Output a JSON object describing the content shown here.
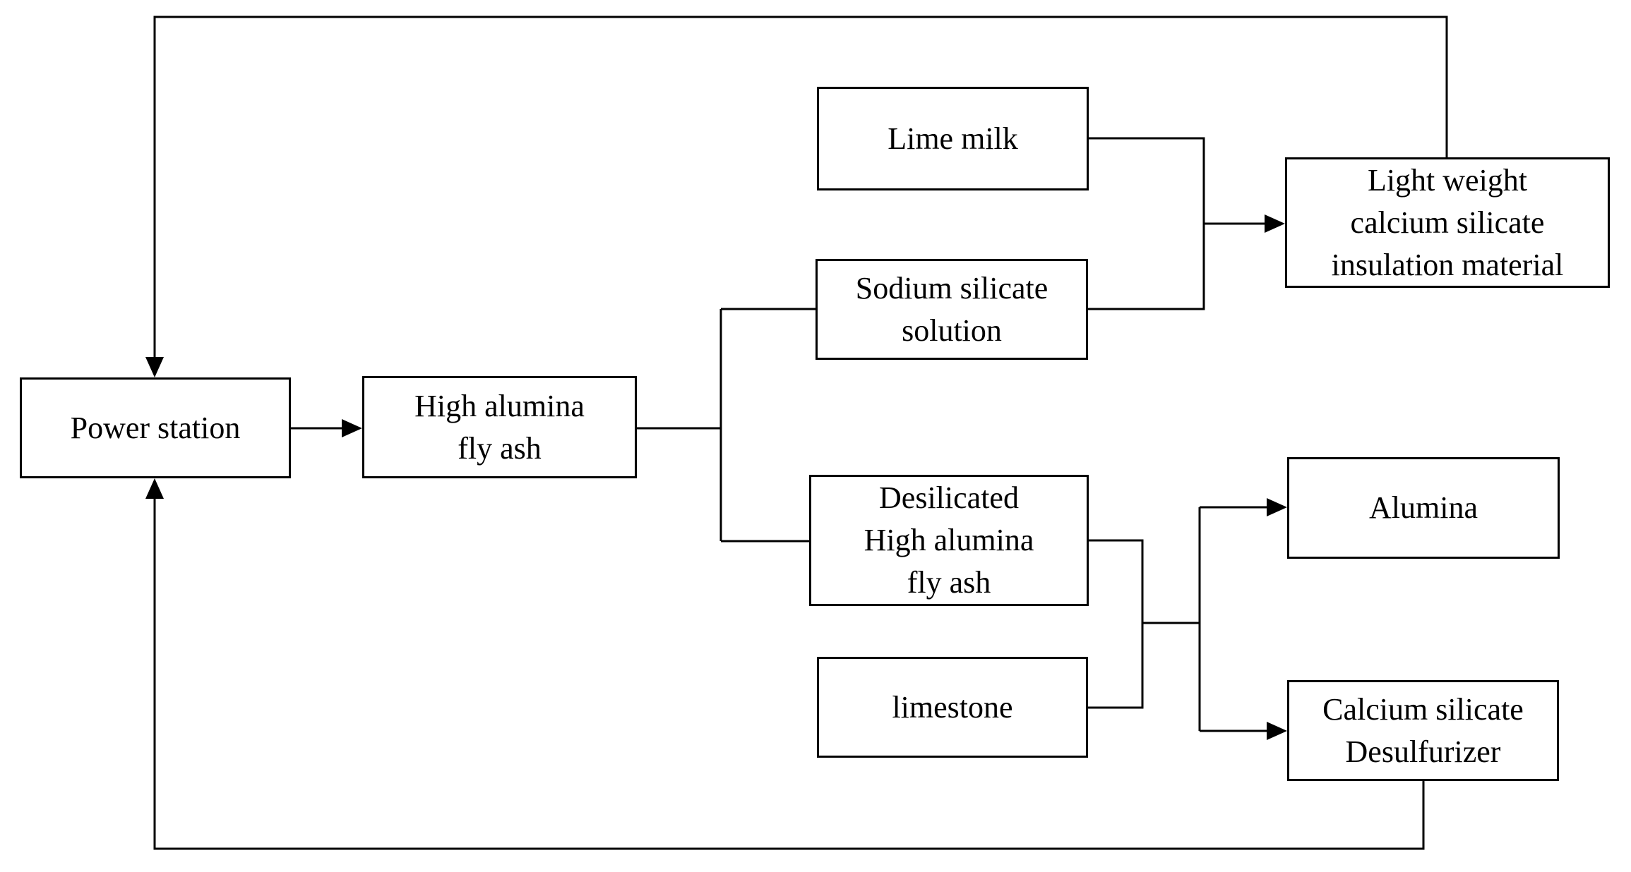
{
  "diagram": {
    "background_color": "#ffffff",
    "line_color": "#000000",
    "nodes": {
      "power_station": {
        "label": "Power station"
      },
      "high_alumina_fly_ash": {
        "label": [
          "High alumina",
          "fly ash"
        ]
      },
      "lime_milk": {
        "label": "Lime milk"
      },
      "sodium_silicate_solution": {
        "label": [
          "Sodium silicate",
          "solution"
        ]
      },
      "light_weight_insulation": {
        "label": [
          "Light weight",
          "calcium silicate",
          "insulation material"
        ]
      },
      "desilicated_high_alumina_fly_ash": {
        "label": [
          "Desilicated",
          "High alumina",
          "fly ash"
        ]
      },
      "limestone": {
        "label": "limestone"
      },
      "alumina": {
        "label": "Alumina"
      },
      "calcium_silicate_desulfurizer": {
        "label": [
          "Calcium silicate",
          "Desulfurizer"
        ]
      }
    },
    "edges": [
      {
        "from": "power_station",
        "to": "high_alumina_fly_ash",
        "arrow": true
      },
      {
        "from": "high_alumina_fly_ash",
        "to": "sodium_silicate_solution",
        "arrow": false
      },
      {
        "from": "high_alumina_fly_ash",
        "to": "desilicated_high_alumina_fly_ash",
        "arrow": false
      },
      {
        "from": "lime_milk",
        "to": "light_weight_insulation",
        "arrow": true
      },
      {
        "from": "sodium_silicate_solution",
        "to": "light_weight_insulation",
        "arrow": true
      },
      {
        "from": "desilicated_high_alumina_fly_ash",
        "to": "alumina",
        "arrow": true
      },
      {
        "from": "desilicated_high_alumina_fly_ash",
        "to": "calcium_silicate_desulfurizer",
        "arrow": true
      },
      {
        "from": "limestone",
        "to": "alumina",
        "arrow": true
      },
      {
        "from": "limestone",
        "to": "calcium_silicate_desulfurizer",
        "arrow": true
      },
      {
        "from": "light_weight_insulation",
        "to": "power_station",
        "arrow": true
      },
      {
        "from": "calcium_silicate_desulfurizer",
        "to": "power_station",
        "arrow": true
      }
    ]
  }
}
